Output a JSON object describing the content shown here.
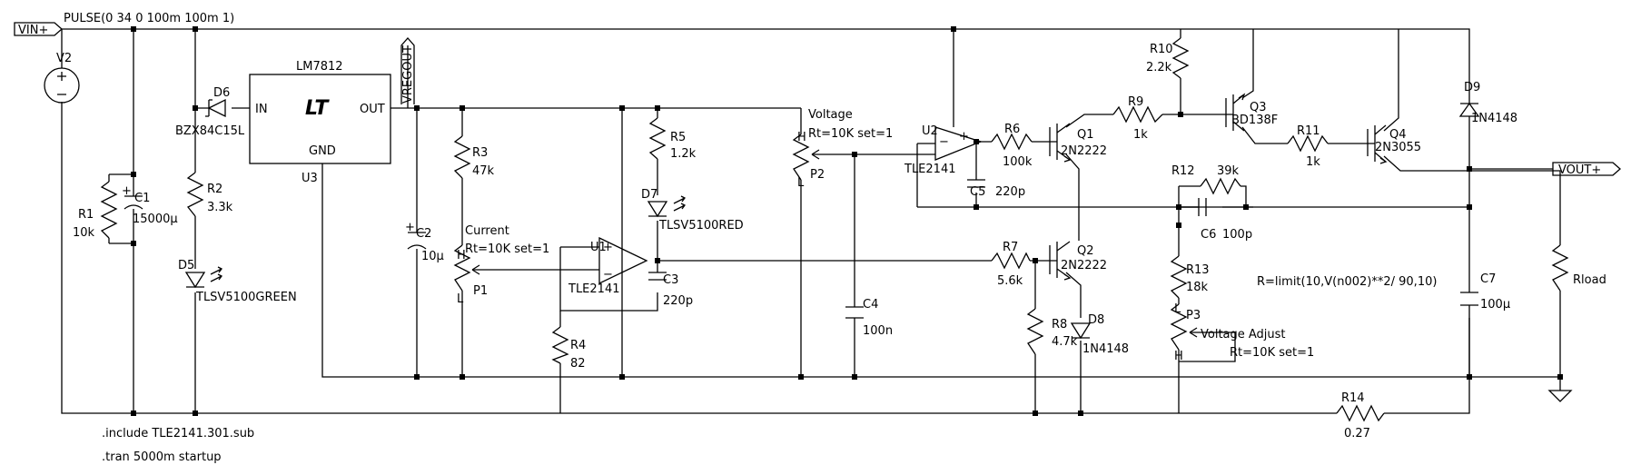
{
  "source": {
    "name": "V2",
    "value": "PULSE(0 34 0 100m 100m 1)"
  },
  "ports": {
    "vin": "VIN+",
    "vout": "VOUT+",
    "vregout": "VREGOUT"
  },
  "regulator": {
    "name": "U3",
    "part": "LM7812",
    "pin_in": "IN",
    "pin_out": "OUT",
    "pin_gnd": "GND",
    "logo": "LT"
  },
  "opamps": [
    {
      "name": "U1",
      "part": "TLE2141"
    },
    {
      "name": "U2",
      "part": "TLE2141"
    }
  ],
  "transistors": [
    {
      "name": "Q1",
      "part": "2N2222"
    },
    {
      "name": "Q2",
      "part": "2N2222"
    },
    {
      "name": "Q3",
      "part": "BD138F"
    },
    {
      "name": "Q4",
      "part": "2N3055"
    }
  ],
  "resistors": [
    {
      "name": "R1",
      "value": "10k"
    },
    {
      "name": "R2",
      "value": "3.3k"
    },
    {
      "name": "R3",
      "value": "47k"
    },
    {
      "name": "R4",
      "value": "82"
    },
    {
      "name": "R5",
      "value": "1.2k"
    },
    {
      "name": "R6",
      "value": "100k"
    },
    {
      "name": "R7",
      "value": "5.6k"
    },
    {
      "name": "R8",
      "value": "4.7k"
    },
    {
      "name": "R9",
      "value": "1k"
    },
    {
      "name": "R10",
      "value": "2.2k"
    },
    {
      "name": "R11",
      "value": "1k"
    },
    {
      "name": "R12",
      "value": "39k"
    },
    {
      "name": "R13",
      "value": "18k"
    },
    {
      "name": "R14",
      "value": "0.27"
    },
    {
      "name": "Rload",
      "value": "R=limit(10,V(n002)**2/ 90,10)"
    }
  ],
  "capacitors": [
    {
      "name": "C1",
      "value": "15000µ"
    },
    {
      "name": "C2",
      "value": "10µ"
    },
    {
      "name": "C3",
      "value": "220p"
    },
    {
      "name": "C4",
      "value": "100n"
    },
    {
      "name": "C5",
      "value": "220p"
    },
    {
      "name": "C6",
      "value": "100p"
    },
    {
      "name": "C7",
      "value": "100µ"
    }
  ],
  "diodes": [
    {
      "name": "D5",
      "part": "TLSV5100GREEN"
    },
    {
      "name": "D6",
      "part": "BZX84C15L"
    },
    {
      "name": "D7",
      "part": "TLSV5100RED"
    },
    {
      "name": "D8",
      "part": "1N4148"
    },
    {
      "name": "D9",
      "part": "1N4148"
    }
  ],
  "pots": [
    {
      "name": "P1",
      "label": "Current",
      "setting": "Rt=10K set=1",
      "h": "H",
      "l": "L"
    },
    {
      "name": "P2",
      "label": "Voltage",
      "setting": "Rt=10K set=1",
      "h": "H",
      "l": "L"
    },
    {
      "name": "P3",
      "label": "Voltage Adjust",
      "setting": "Rt=10K set=1",
      "h": "H",
      "l": "L"
    }
  ],
  "directives": [
    ".include TLE2141.301.sub",
    ".tran 5000m startup"
  ]
}
